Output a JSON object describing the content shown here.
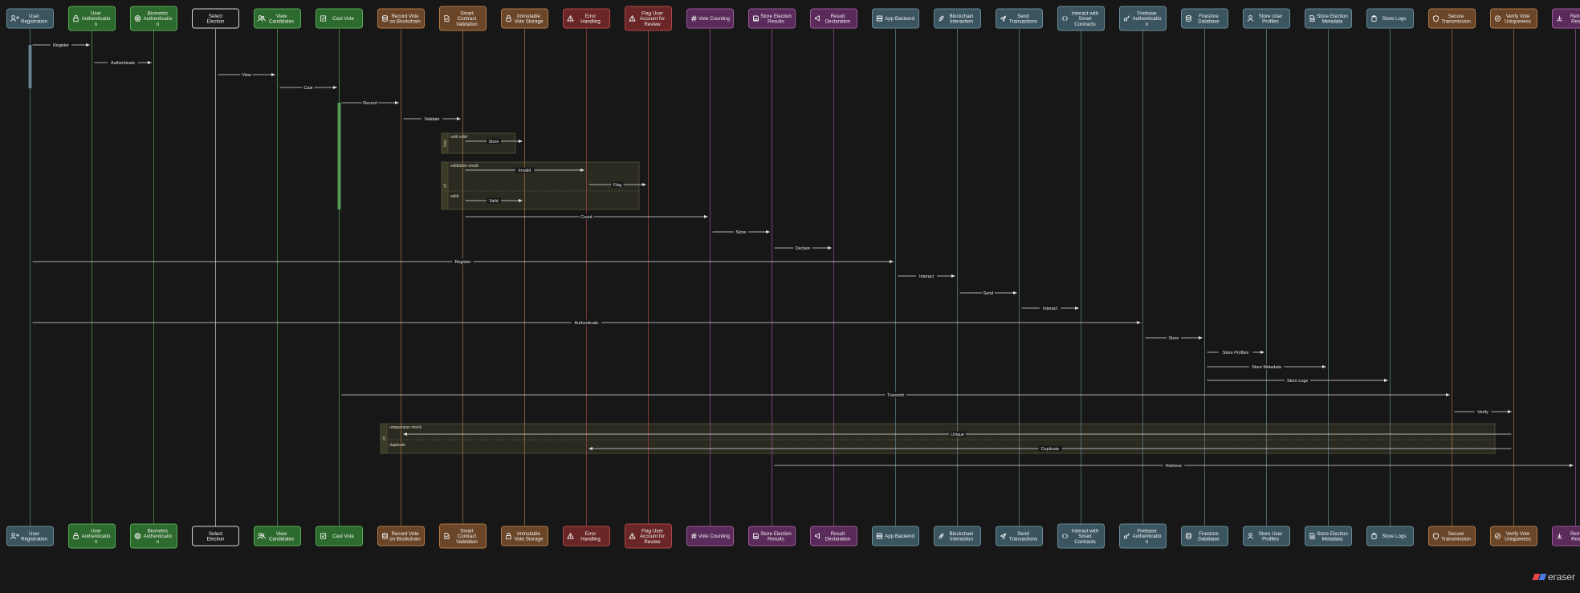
{
  "participants": [
    {
      "id": "user_reg",
      "label": [
        "User",
        "Registration"
      ],
      "icon": "user-plus-icon",
      "fill": "#3a5560",
      "stroke": "#6a8a96"
    },
    {
      "id": "user_auth",
      "label": [
        "User",
        "Authenticatio",
        "n"
      ],
      "icon": "lock-icon",
      "fill": "#2d6a2d",
      "stroke": "#5aa85a"
    },
    {
      "id": "bio_auth",
      "label": [
        "Biometric",
        "Authenticatio",
        "n"
      ],
      "icon": "fingerprint-icon",
      "fill": "#2d6a2d",
      "stroke": "#5aa85a"
    },
    {
      "id": "select_election",
      "label": [
        "Select",
        "Election"
      ],
      "icon": "",
      "fill": "#1a1a1a",
      "stroke": "#d8d8d8"
    },
    {
      "id": "view_candidates",
      "label": [
        "View",
        "Candidates"
      ],
      "icon": "users-icon",
      "fill": "#2d6a2d",
      "stroke": "#5aa85a"
    },
    {
      "id": "cast_vote",
      "label": [
        "Cast Vote"
      ],
      "icon": "check-square-icon",
      "fill": "#2d6a2d",
      "stroke": "#5aa85a"
    },
    {
      "id": "record_vote",
      "label": [
        "Record Vote",
        "on Blockchain"
      ],
      "icon": "database-icon",
      "fill": "#6a4528",
      "stroke": "#b07a48"
    },
    {
      "id": "smart_contract",
      "label": [
        "Smart",
        "Contract",
        "Validation"
      ],
      "icon": "file-check-icon",
      "fill": "#6a4528",
      "stroke": "#b07a48"
    },
    {
      "id": "immutable_storage",
      "label": [
        "Immutable",
        "Vote Storage"
      ],
      "icon": "lock-icon",
      "fill": "#6a4528",
      "stroke": "#b07a48"
    },
    {
      "id": "error_handling",
      "label": [
        "Error",
        "Handling"
      ],
      "icon": "alert-triangle-icon",
      "fill": "#6a2626",
      "stroke": "#b04848"
    },
    {
      "id": "flag_user",
      "label": [
        "Flag User",
        "Account for",
        "Review"
      ],
      "icon": "alert-triangle-icon",
      "fill": "#6a2626",
      "stroke": "#b04848"
    },
    {
      "id": "vote_counting",
      "label": [
        "Vote Counting"
      ],
      "icon": "hash-icon",
      "fill": "#5a2a5a",
      "stroke": "#9a5a9a"
    },
    {
      "id": "store_results",
      "label": [
        "Store Election",
        "Results"
      ],
      "icon": "save-icon",
      "fill": "#5a2a5a",
      "stroke": "#9a5a9a"
    },
    {
      "id": "result_decl",
      "label": [
        "Result",
        "Declaration"
      ],
      "icon": "megaphone-icon",
      "fill": "#5a2a5a",
      "stroke": "#9a5a9a"
    },
    {
      "id": "app_backend",
      "label": [
        "App Backend"
      ],
      "icon": "server-icon",
      "fill": "#3a5560",
      "stroke": "#6a8a96"
    },
    {
      "id": "blockchain_int",
      "label": [
        "Blockchain",
        "Interaction"
      ],
      "icon": "link-icon",
      "fill": "#3a5560",
      "stroke": "#6a8a96"
    },
    {
      "id": "send_tx",
      "label": [
        "Send",
        "Transactions"
      ],
      "icon": "send-icon",
      "fill": "#3a5560",
      "stroke": "#6a8a96"
    },
    {
      "id": "interact_sc",
      "label": [
        "Interact with",
        "Smart",
        "Contracts"
      ],
      "icon": "code-icon",
      "fill": "#3a5560",
      "stroke": "#6a8a96"
    },
    {
      "id": "firebase_auth",
      "label": [
        "Firebase",
        "Authenticatio",
        "n"
      ],
      "icon": "key-icon",
      "fill": "#3a5560",
      "stroke": "#6a8a96"
    },
    {
      "id": "firestore_db",
      "label": [
        "Firestore",
        "Database"
      ],
      "icon": "database-icon",
      "fill": "#3a5560",
      "stroke": "#6a8a96"
    },
    {
      "id": "store_profiles",
      "label": [
        "Store User",
        "Profiles"
      ],
      "icon": "user-icon",
      "fill": "#3a5560",
      "stroke": "#6a8a96"
    },
    {
      "id": "store_metadata",
      "label": [
        "Store Election",
        "Metadata"
      ],
      "icon": "file-text-icon",
      "fill": "#3a5560",
      "stroke": "#6a8a96"
    },
    {
      "id": "store_logs",
      "label": [
        "Store Logs"
      ],
      "icon": "clipboard-icon",
      "fill": "#3a5560",
      "stroke": "#6a8a96"
    },
    {
      "id": "secure_tx",
      "label": [
        "Secure",
        "Transmission"
      ],
      "icon": "shield-icon",
      "fill": "#6a4528",
      "stroke": "#b07a48"
    },
    {
      "id": "verify_unique",
      "label": [
        "Verify Vote",
        "Uniqueness"
      ],
      "icon": "check-circle-icon",
      "fill": "#6a4528",
      "stroke": "#b07a48"
    },
    {
      "id": "retrieve_results",
      "label": [
        "Retrieve",
        "Results"
      ],
      "icon": "download-icon",
      "fill": "#5a2a5a",
      "stroke": "#9a5a9a"
    }
  ],
  "messages": [
    {
      "from": 0,
      "to": 1,
      "label": "Register"
    },
    {
      "from": 1,
      "to": 2,
      "label": "Authenticate"
    },
    {
      "from": 3,
      "to": 4,
      "label": "View"
    },
    {
      "from": 4,
      "to": 5,
      "label": "Cast"
    },
    {
      "from": 5,
      "to": 6,
      "label": "Record"
    },
    {
      "from": 6,
      "to": 7,
      "label": "Validate"
    },
    {
      "from": 7,
      "to": 8,
      "label": "Store"
    },
    {
      "from": 7,
      "to": 9,
      "label": "Invalid"
    },
    {
      "from": 9,
      "to": 10,
      "label": "Flag"
    },
    {
      "from": 7,
      "to": 8,
      "label": "Valid"
    },
    {
      "from": 7,
      "to": 11,
      "label": "Count"
    },
    {
      "from": 11,
      "to": 12,
      "label": "Store"
    },
    {
      "from": 12,
      "to": 13,
      "label": "Declare"
    },
    {
      "from": 0,
      "to": 14,
      "label": "Register"
    },
    {
      "from": 14,
      "to": 15,
      "label": "Interact"
    },
    {
      "from": 15,
      "to": 16,
      "label": "Send"
    },
    {
      "from": 16,
      "to": 17,
      "label": "Interact"
    },
    {
      "from": 0,
      "to": 18,
      "label": "Authenticate"
    },
    {
      "from": 18,
      "to": 19,
      "label": "Store"
    },
    {
      "from": 19,
      "to": 20,
      "label": "Store Profiles"
    },
    {
      "from": 19,
      "to": 21,
      "label": "Store Metadata"
    },
    {
      "from": 19,
      "to": 22,
      "label": "Store Logs"
    },
    {
      "from": 5,
      "to": 23,
      "label": "Transmit"
    },
    {
      "from": 23,
      "to": 24,
      "label": "Verify"
    },
    {
      "from": 24,
      "to": 6,
      "label": "Unique"
    },
    {
      "from": 24,
      "to": 9,
      "label": "Duplicate"
    },
    {
      "from": 12,
      "to": 25,
      "label": "Retrieve"
    }
  ],
  "fragments": [
    {
      "keyword": "loop",
      "header": "until valid"
    },
    {
      "keyword": "alt",
      "header": "validation result",
      "else": "valid"
    },
    {
      "keyword": "alt",
      "header": "uniqueness check",
      "else": "duplicate"
    }
  ],
  "brand": "eraser",
  "colors": {
    "background": "#171717",
    "lifeline": "#8a8a8a",
    "arrow": "#e0e0e0",
    "fragment_fill": "#2b2a20",
    "fragment_stroke": "#55553e",
    "activation_blue": "#6a8a96",
    "activation_green": "#5aa85a"
  }
}
